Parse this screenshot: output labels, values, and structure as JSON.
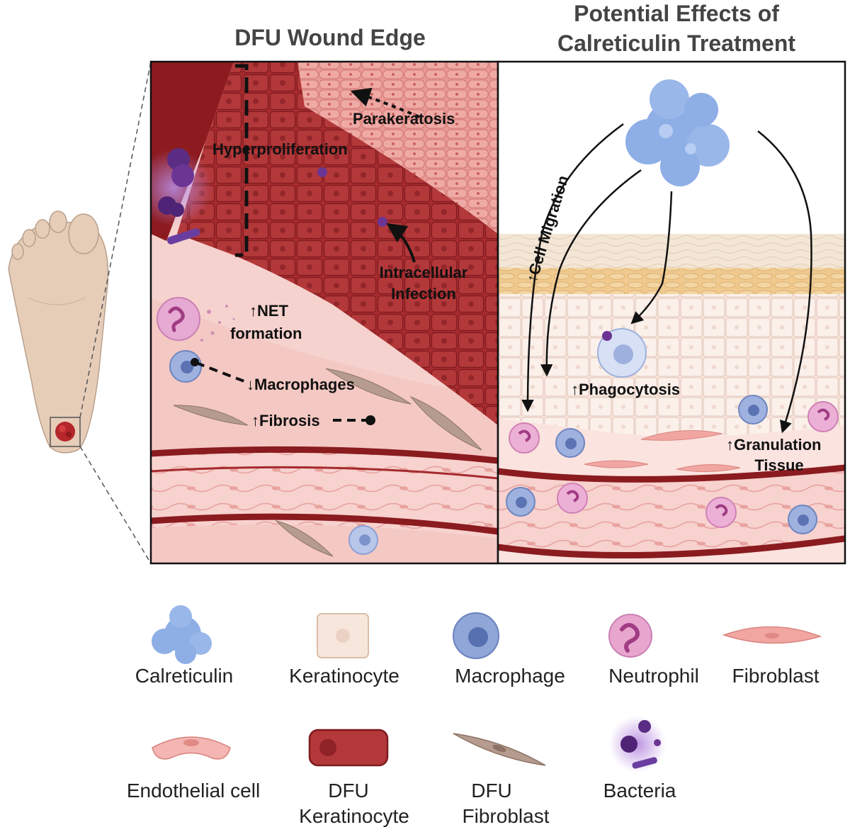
{
  "titles": {
    "left": "DFU Wound Edge",
    "right_line1": "Potential Effects of",
    "right_line2": "Calreticulin Treatment"
  },
  "left_panel": {
    "parakeratosis": "Parakeratosis",
    "hyperproliferation": "Hyperproliferation",
    "intracellular_line1": "Intracellular",
    "intracellular_line2": "Infection",
    "net_line1": "↑NET",
    "net_line2": "formation",
    "macrophages": "↓Macrophages",
    "fibrosis": "↑Fibrosis"
  },
  "right_panel": {
    "cell_migration": "↑Cell Migration",
    "phagocytosis": "↑Phagocytosis",
    "granulation_line1": "↑Granulation",
    "granulation_line2": "Tissue"
  },
  "legend": {
    "calreticulin": "Calreticulin",
    "keratinocyte": "Keratinocyte",
    "macrophage": "Macrophage",
    "neutrophil": "Neutrophil",
    "fibroblast": "Fibroblast",
    "endothelial": "Endothelial cell",
    "dfu_keratinocyte_line1": "DFU",
    "dfu_keratinocyte_line2": "Keratinocyte",
    "dfu_fibroblast_line1": "DFU",
    "dfu_fibroblast_line2": "Fibroblast",
    "bacteria": "Bacteria"
  },
  "colors": {
    "dfu_red": "#a52a2e",
    "dark_red": "#7a1518",
    "pink_tissue": "#f3c9c6",
    "skin_tone": "#e6cdb8",
    "calreticulin_blue": "#8eaee6",
    "macrophage_blue": "#8fa6d6",
    "neutrophil_pink": "#e8a6cf",
    "bacteria_purple": "#5a2d82",
    "keratinocyte_cream": "#f7e6dc"
  }
}
